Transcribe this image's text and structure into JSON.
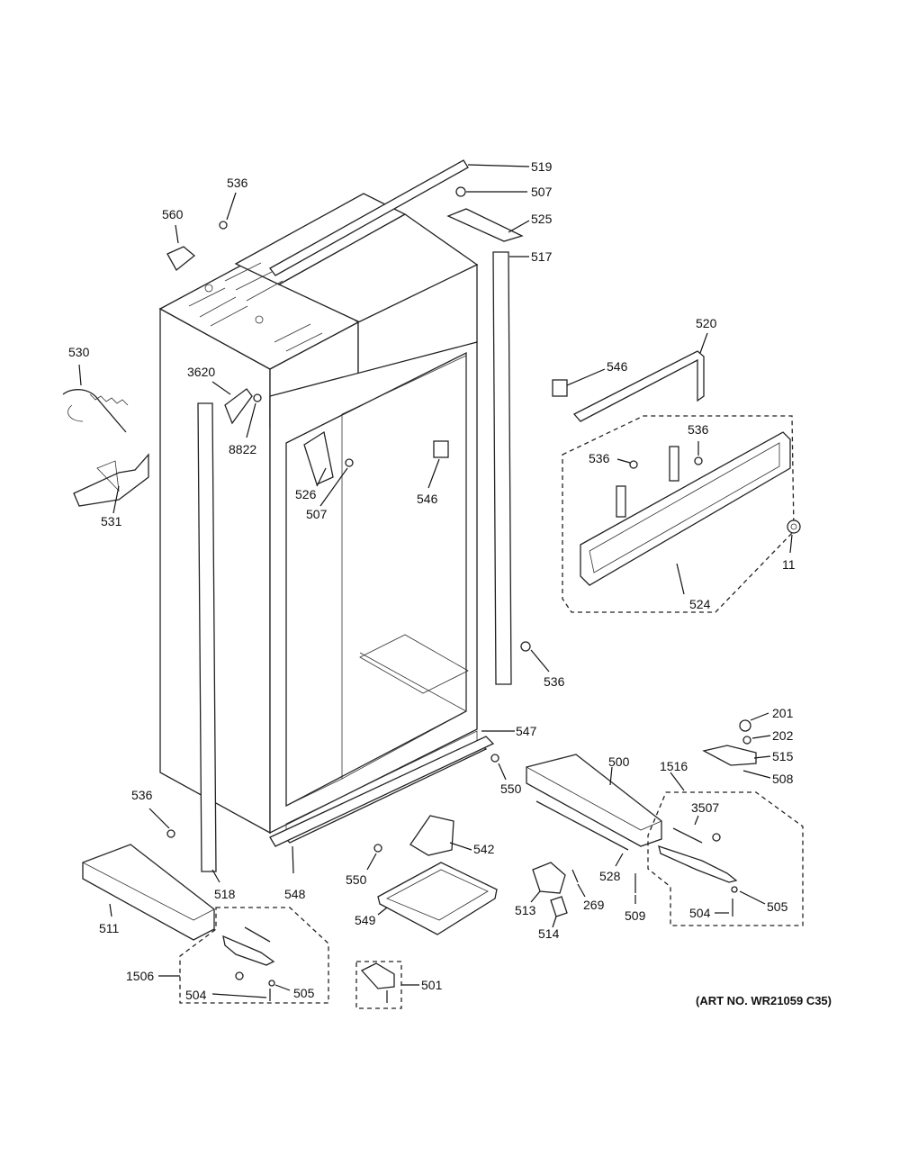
{
  "art_number": "(ART NO. WR21059 C35)",
  "labels": {
    "l519": "519",
    "l507a": "507",
    "l525": "525",
    "l517": "517",
    "l536a": "536",
    "l560": "560",
    "l530": "530",
    "l3620": "3620",
    "l8822": "8822",
    "l531": "531",
    "l526": "526",
    "l507b": "507",
    "l546a": "546",
    "l520": "520",
    "l546b": "546",
    "l536b": "536",
    "l536c": "536",
    "l11": "11",
    "l524": "524",
    "l536d": "536",
    "l547": "547",
    "l201": "201",
    "l202": "202",
    "l515": "515",
    "l508": "508",
    "l500": "500",
    "l1516": "1516",
    "l3507": "3507",
    "l550a": "550",
    "l536e": "536",
    "l518": "518",
    "l548": "548",
    "l542": "542",
    "l550b": "550",
    "l511": "511",
    "l549": "549",
    "l513": "513",
    "l269": "269",
    "l528": "528",
    "l509": "509",
    "l514": "514",
    "l504a": "504",
    "l505a": "505",
    "l1506": "1506",
    "l504b": "504",
    "l505b": "505",
    "l501": "501"
  }
}
